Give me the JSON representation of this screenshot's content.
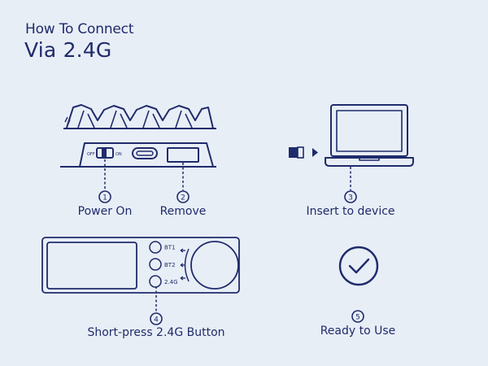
{
  "header": {
    "line1": "How To Connect",
    "line2": "Via 2.4G"
  },
  "steps": [
    {
      "number": "1",
      "label": "Power On"
    },
    {
      "number": "2",
      "label": "Remove"
    },
    {
      "number": "3",
      "label": "Insert to device"
    },
    {
      "number": "4",
      "label": "Short-press 2.4G Button"
    },
    {
      "number": "5",
      "label": "Ready to Use"
    }
  ],
  "switch": {
    "off_label": "OFF",
    "on_label": "ON"
  },
  "buttons": {
    "bt1": "BT1",
    "bt2": "BT2",
    "g24": "2.4G"
  },
  "colors": {
    "background": "#e8eef6",
    "ink": "#1f2b6b"
  }
}
